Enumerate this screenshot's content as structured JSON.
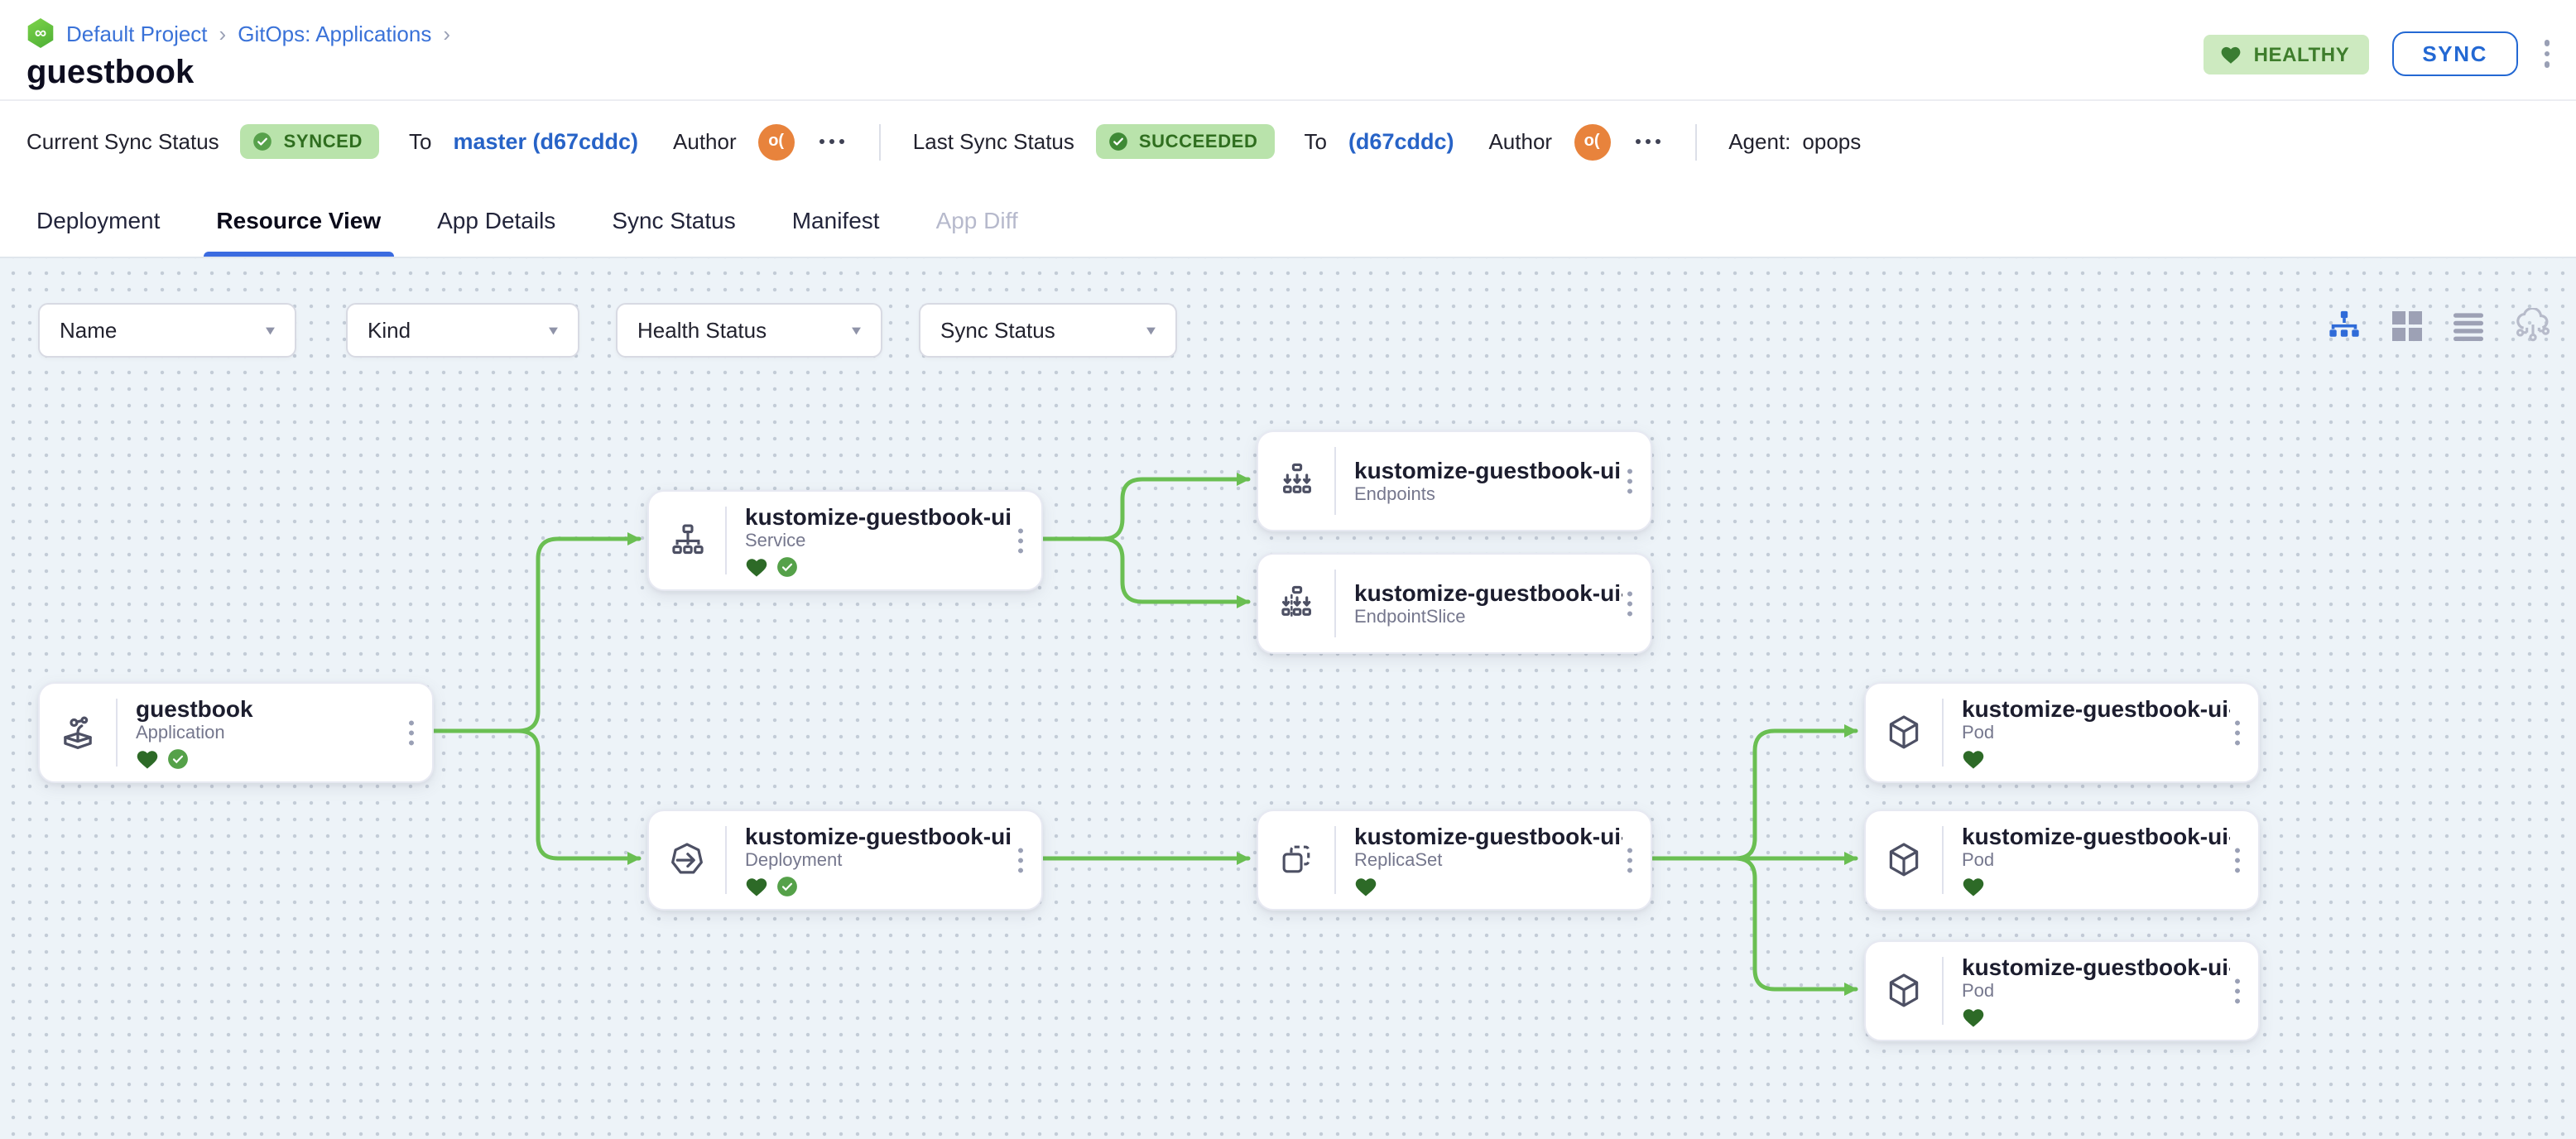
{
  "breadcrumb": {
    "project": "Default Project",
    "section": "GitOps: Applications",
    "separator": "›",
    "logo_glyph": "∞"
  },
  "page": {
    "title": "guestbook"
  },
  "header_actions": {
    "health_badge": "HEALTHY",
    "sync_button": "SYNC"
  },
  "status_bar": {
    "current": {
      "label": "Current Sync Status",
      "badge": "SYNCED",
      "to_label": "To",
      "revision": "master (d67cddc)",
      "author_label": "Author",
      "author_initials": "o("
    },
    "last": {
      "label": "Last Sync Status",
      "badge": "SUCCEEDED",
      "to_label": "To",
      "revision": "(d67cddc)",
      "author_label": "Author",
      "author_initials": "o("
    },
    "agent": {
      "label": "Agent:",
      "value": "opops"
    }
  },
  "tabs": [
    {
      "label": "Deployment",
      "state": "normal"
    },
    {
      "label": "Resource View",
      "state": "active"
    },
    {
      "label": "App Details",
      "state": "normal"
    },
    {
      "label": "Sync Status",
      "state": "normal"
    },
    {
      "label": "Manifest",
      "state": "normal"
    },
    {
      "label": "App Diff",
      "state": "disabled"
    }
  ],
  "filters": [
    "Name",
    "Kind",
    "Health Status",
    "Sync Status"
  ],
  "view_modes": [
    "tree-view",
    "grid-view",
    "list-view",
    "network-view"
  ],
  "nodes": [
    {
      "title": "guestbook",
      "kind": "Application",
      "health": [
        "healthy",
        "synced"
      ]
    },
    {
      "title": "kustomize-guestbook-ui",
      "kind": "Service",
      "health": [
        "healthy",
        "synced"
      ]
    },
    {
      "title": "kustomize-guestbook-ui",
      "kind": "Deployment",
      "health": [
        "healthy",
        "synced"
      ]
    },
    {
      "title": "kustomize-guestbook-ui",
      "kind": "Endpoints",
      "health": []
    },
    {
      "title": "kustomize-guestbook-ui-...",
      "kind": "EndpointSlice",
      "health": []
    },
    {
      "title": "kustomize-guestbook-ui-...",
      "kind": "ReplicaSet",
      "health": [
        "healthy"
      ]
    },
    {
      "title": "kustomize-guestbook-ui-...",
      "kind": "Pod",
      "health": [
        "healthy"
      ]
    },
    {
      "title": "kustomize-guestbook-ui-...",
      "kind": "Pod",
      "health": [
        "healthy"
      ]
    },
    {
      "title": "kustomize-guestbook-ui-...",
      "kind": "Pod",
      "health": [
        "healthy"
      ]
    }
  ],
  "edges": [
    {
      "from": "guestbook/Application",
      "to": "kustomize-guestbook-ui/Service"
    },
    {
      "from": "guestbook/Application",
      "to": "kustomize-guestbook-ui/Deployment"
    },
    {
      "from": "kustomize-guestbook-ui/Service",
      "to": "kustomize-guestbook-ui/Endpoints"
    },
    {
      "from": "kustomize-guestbook-ui/Service",
      "to": "kustomize-guestbook-ui-.../EndpointSlice"
    },
    {
      "from": "kustomize-guestbook-ui/Deployment",
      "to": "kustomize-guestbook-ui-.../ReplicaSet"
    },
    {
      "from": "kustomize-guestbook-ui-.../ReplicaSet",
      "to": "kustomize-guestbook-ui-.../Pod"
    },
    {
      "from": "kustomize-guestbook-ui-.../ReplicaSet",
      "to": "kustomize-guestbook-ui-.../Pod"
    },
    {
      "from": "kustomize-guestbook-ui-.../ReplicaSet",
      "to": "kustomize-guestbook-ui-.../Pod"
    }
  ],
  "colors": {
    "accent_blue": "#2368d3",
    "tab_underline": "#3b6be0",
    "edge_green": "#6abf52",
    "healthy_heart": "#2d6a27",
    "synced_check": "#55a149",
    "badge_bg": "#b9e3ab",
    "healthy_badge_bg": "#cdeac0",
    "avatar_orange": "#e8833c",
    "canvas_bg": "#edf3f8"
  }
}
